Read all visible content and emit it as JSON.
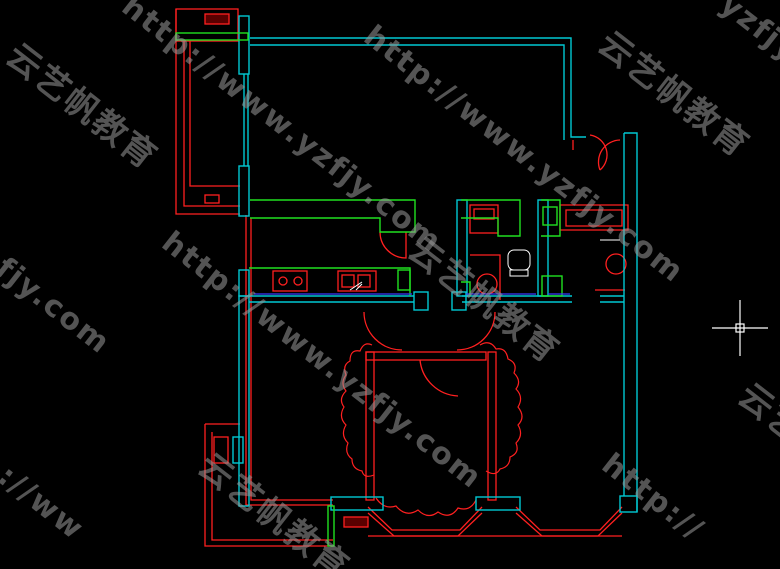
{
  "watermark": {
    "url": "http://www.yzfjy.com",
    "url_fragment_top": "yzfjy",
    "url_fragment_left": "fjy.com",
    "url_fragment_right": "http://",
    "url_fragment_bottom": "://ww",
    "brand": "云艺帆教育",
    "brand_fragment": "云艺"
  },
  "colors": {
    "background": "#000000",
    "wall": "#00c8d2",
    "outline": "#ff2020",
    "furniture": "#20e020",
    "fixture": "#ffffff",
    "accent": "#3a3aff"
  },
  "icons": {
    "crosshair": "cad-crosshair-cursor"
  }
}
